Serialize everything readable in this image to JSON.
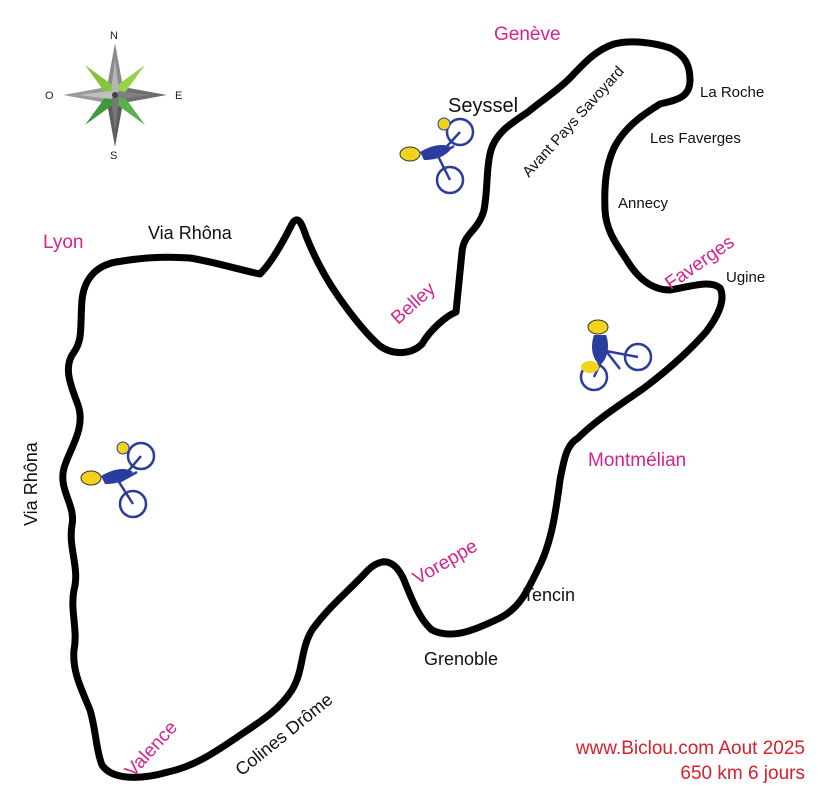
{
  "compass": {
    "n": "N",
    "s": "S",
    "w": "O",
    "e": "E"
  },
  "labels": {
    "geneve": "Genève",
    "seyssel": "Seyssel",
    "avant_pays": "Avant Pays Savoyard",
    "la_roche": "La Roche",
    "les_faverges": "Les Faverges",
    "annecy": "Annecy",
    "faverges": "Faverges",
    "ugine": "Ugine",
    "lyon": "Lyon",
    "via_rhona_top": "Via Rhôna",
    "belley": "Belley",
    "via_rhona_left": "Via Rhôna",
    "montmelian": "Montmélian",
    "voreppe": "Voreppe",
    "tencin": "Tencin",
    "grenoble": "Grenoble",
    "colines_drome": "Colines Drôme",
    "valence": "Valence"
  },
  "footer": {
    "line1": "www.Biclou.com Aout 2025",
    "line2": "650 km 6 jours"
  },
  "colors": {
    "major_city": "#d6228f",
    "route": "#000000",
    "credit": "#d81f2a",
    "cyclist": "#2a3d9c"
  },
  "icons": [
    "compass-rose-icon",
    "cyclist-icon"
  ]
}
